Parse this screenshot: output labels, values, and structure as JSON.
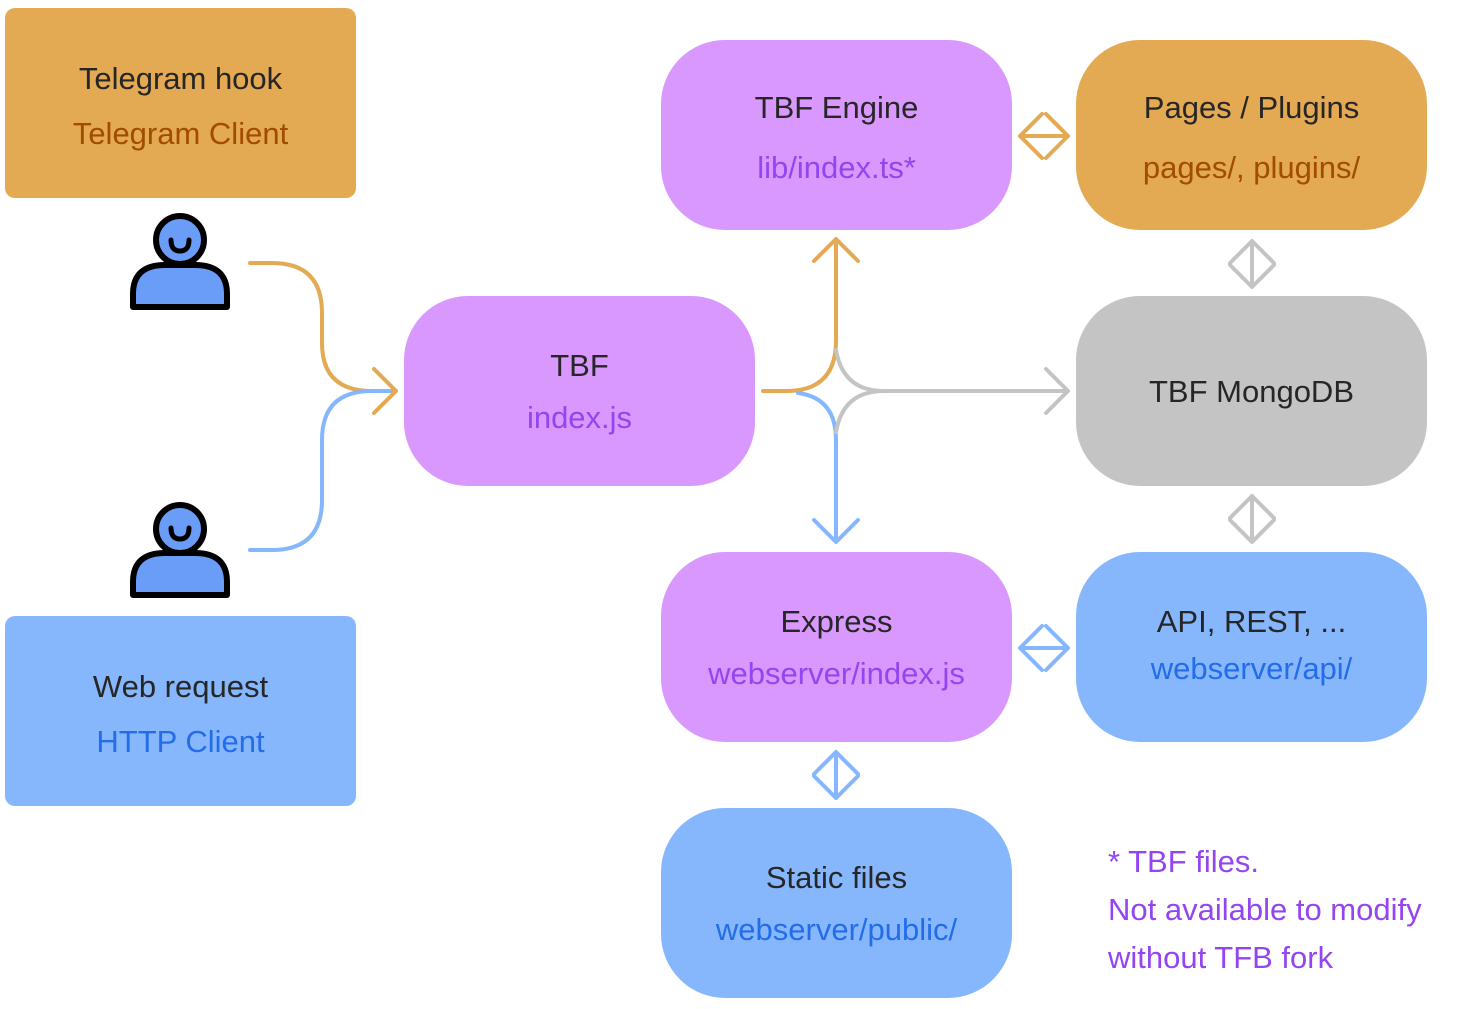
{
  "clients": {
    "telegram": {
      "title": "Telegram hook",
      "subtitle": "Telegram Client"
    },
    "web": {
      "title": "Web request",
      "subtitle": "HTTP Client"
    }
  },
  "nodes": {
    "tbf": {
      "title": "TBF",
      "subtitle": "index.js"
    },
    "engine": {
      "title": "TBF Engine",
      "subtitle": "lib/index.ts*"
    },
    "pages": {
      "title": "Pages / Plugins",
      "subtitle": "pages/, plugins/"
    },
    "mongodb": {
      "title": "TBF MongoDB"
    },
    "express": {
      "title": "Express",
      "subtitle": "webserver/index.js"
    },
    "api": {
      "title": "API, REST, ...",
      "subtitle": "webserver/api/"
    },
    "static": {
      "title": "Static files",
      "subtitle": "webserver/public/"
    }
  },
  "note": {
    "line1": "* TBF files.",
    "line2": "Not available to modify",
    "line3": "without TFB fork"
  },
  "colors": {
    "orange": "#e3a953",
    "purple": "#d898fd",
    "blue": "#86b7fd",
    "gray": "#c4c4c4",
    "user_icon": "#6a9df7"
  }
}
